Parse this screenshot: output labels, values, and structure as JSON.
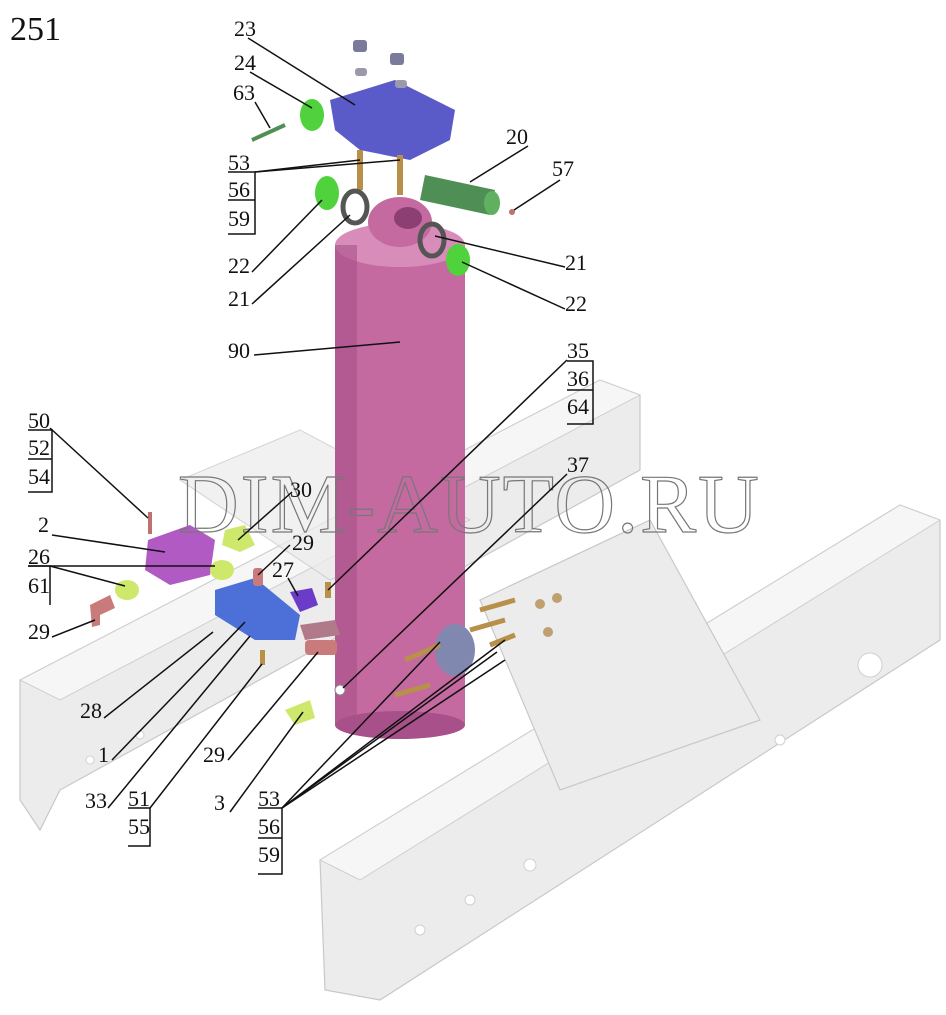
{
  "page_number": "251",
  "watermark": "DIM-AUTO.RU",
  "colors": {
    "cylinder": "#c46aa0",
    "bracket": "#5a5ac8",
    "ring": "#4fd23c",
    "pin": "#4f8f55",
    "valve": "#4c6fd8",
    "block": "#b25ac4",
    "fitting": "#cde86a",
    "elbow": "#c97a7a",
    "frame": "#ececec"
  },
  "callouts": {
    "c23": "23",
    "c24": "24",
    "c63": "63",
    "g1": [
      "53",
      "56",
      "59"
    ],
    "c20": "20",
    "c57": "57",
    "c22a": "22",
    "c21a": "21",
    "c21b": "21",
    "c22b": "22",
    "c90": "90",
    "g2": [
      "35",
      "36",
      "64"
    ],
    "c37": "37",
    "g3": [
      "50",
      "52",
      "54"
    ],
    "c2": "2",
    "c30": "30",
    "c29a": "29",
    "g4": [
      "26",
      "61"
    ],
    "c27": "27",
    "c29b": "29",
    "c28": "28",
    "c1": "1",
    "c33": "33",
    "g5": [
      "51",
      "55"
    ],
    "c29c": "29",
    "c3": "3",
    "g6": [
      "53",
      "56",
      "59"
    ]
  }
}
